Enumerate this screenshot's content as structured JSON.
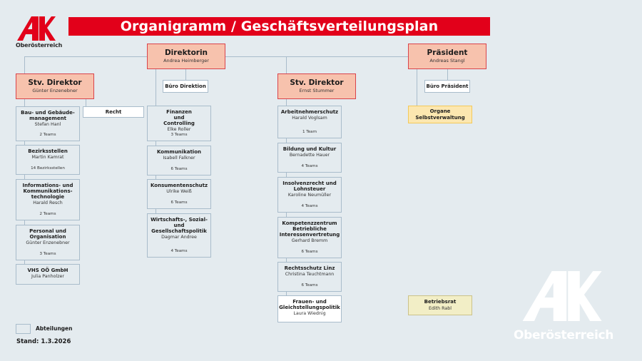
{
  "header": {
    "logo": {
      "icon": "ak-logo-icon",
      "subtitle": "Oberösterreich",
      "color": "#e2001a"
    },
    "title": "Organigramm / Geschäftsverteilungsplan",
    "title_bg": "#e2001a"
  },
  "top": {
    "direktorin": {
      "title": "Direktorin",
      "name": "Andrea Heimberger"
    },
    "praesident": {
      "title": "Präsident",
      "name": "Andreas Stangl"
    }
  },
  "offices": {
    "buero_direktion": "Büro Direktion",
    "buero_praesident": "Büro Präsident",
    "recht": "Recht"
  },
  "deputies": {
    "left": {
      "title": "Stv. Direktor",
      "name": "Günter Enzenebner"
    },
    "right": {
      "title": "Stv. Direktor",
      "name": "Ernst Stummer"
    }
  },
  "columns": {
    "left": [
      {
        "title": "Bau- und Gebäude-\nmanagement",
        "name": "Stefan Hanl",
        "count": "2 Teams"
      },
      {
        "title": "Bezirksstellen",
        "name": "Martin Kamrat",
        "count": "14 Bezirksstellen"
      },
      {
        "title": "Informations- und Kommunikations-\ntechnologie",
        "name": "Harald Resch",
        "count": "2 Teams"
      },
      {
        "title": "Personal und Organisation",
        "name": "Günter Enzenebner",
        "count": "3 Teams"
      },
      {
        "title": "VHS OÖ GmbH",
        "name": "Julia Panholzer",
        "count": ""
      }
    ],
    "middle": [
      {
        "title": "Finanzen und Controlling",
        "name": "Elke Roller",
        "count": "3 Teams"
      },
      {
        "title": "Kommunikation",
        "name": "Isabell Falkner",
        "count": "6 Teams"
      },
      {
        "title": "Konsumentenschutz",
        "name": "Ulrike Weiß",
        "count": "6 Teams"
      },
      {
        "title": "Wirtschafts-, Sozial- und Gesellschaftspolitik",
        "name": "Dagmar Andree",
        "count": "4 Teams"
      }
    ],
    "right": [
      {
        "title": "Arbeitnehmerschutz",
        "name": "Harald Voglsam",
        "count": "1 Team"
      },
      {
        "title": "Bildung und Kultur",
        "name": "Bernadette Hauer",
        "count": "4 Teams"
      },
      {
        "title": "Insolvenzrecht und Lohnsteuer",
        "name": "Karoline Neumüller",
        "count": "4 Teams"
      },
      {
        "title": "Kompetenzzentrum Betriebliche Interessenvertretung",
        "name": "Gerhard Bremm",
        "count": "6 Teams"
      },
      {
        "title": "Rechtsschutz Linz",
        "name": "Christina Teuchtmann",
        "count": "6 Teams"
      },
      {
        "title": "Frauen- und Gleichstellungspolitik",
        "name": "Laura Wiednig",
        "count": ""
      }
    ]
  },
  "president_side": {
    "organe": "Organe Selbstverwaltung",
    "betriebsrat": {
      "title": "Betriebsrat",
      "name": "Edith Rabl"
    }
  },
  "legend": {
    "label": "Abteilungen"
  },
  "stand": "Stand: 1.3.2026",
  "watermark": {
    "icon": "ak-logo-watermark-icon",
    "subtitle": "Oberösterreich"
  },
  "colors": {
    "background": "#e4ebef",
    "lead_fill": "#f7c2ad",
    "lead_border": "#d9434b",
    "connector": "#a9bccb",
    "organe_fill": "#fce7b0",
    "betriebsrat_fill": "#f2eec6"
  }
}
